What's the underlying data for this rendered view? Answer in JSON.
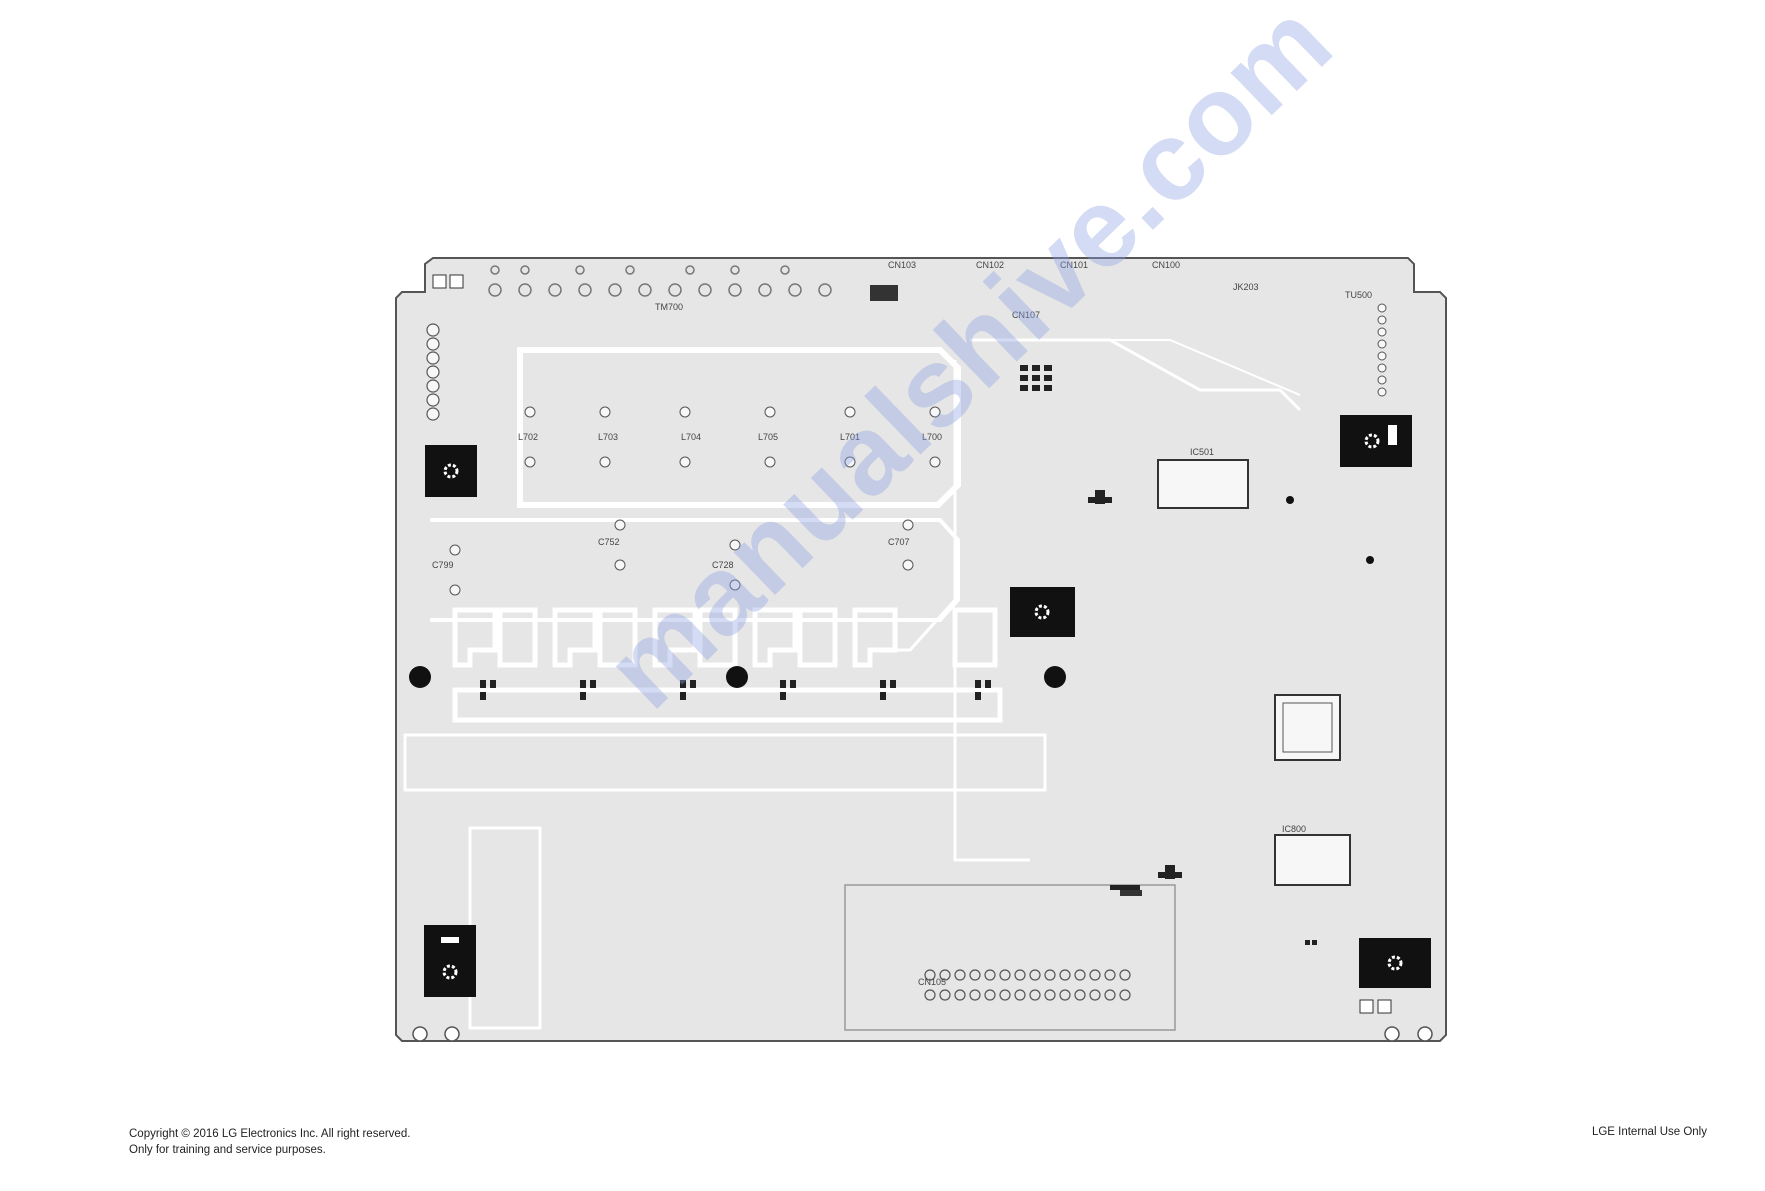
{
  "footer": {
    "copyright": "Copyright © 2016 LG Electronics Inc. All right reserved.",
    "purpose": "Only for training and service purposes.",
    "internal": "LGE Internal Use Only"
  },
  "watermark": {
    "text": "manualshive.com"
  },
  "board": {
    "inductors": [
      "L702",
      "L703",
      "L704",
      "L705",
      "L701",
      "L700"
    ],
    "capacitors": [
      "C752",
      "C728",
      "C707",
      "C799"
    ],
    "connectors": [
      "CN103",
      "CN102",
      "CN101",
      "CN100",
      "JK203",
      "TM700",
      "CN107",
      "CN105",
      "TU500"
    ],
    "ic_labels": [
      "IC501",
      "IC800"
    ]
  },
  "colors": {
    "board_fill": "#e6e6e6",
    "board_outline": "#555555",
    "trace": "#ffffff",
    "pad": "#f7f7f7",
    "mount_block": "#111111",
    "watermark": "#8ca0e6"
  }
}
